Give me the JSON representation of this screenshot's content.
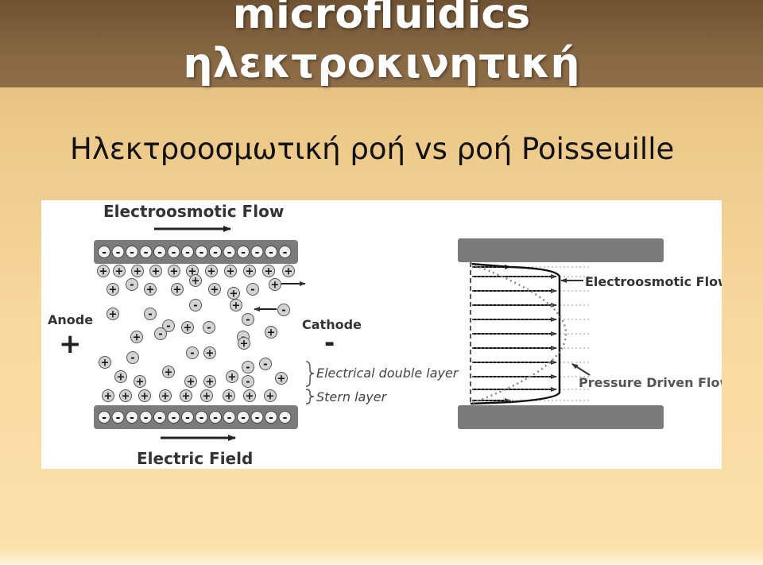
{
  "slide": {
    "title_line1": "microfluidics",
    "title_line2": "ηλεκτροκινητική",
    "subtitle": "Ηλεκτροοσμωτική ροή vs ροή Poisseuille"
  },
  "figure": {
    "label_eof_top": "Electroosmotic Flow",
    "label_anode": "Anode",
    "label_plus": "+",
    "label_cathode": "Cathode",
    "label_minus": "-",
    "label_edl": "Electrical double layer",
    "label_stern": "Stern layer",
    "label_field": "Electric Field",
    "label_eof_profile": "Electroosmotic Flow",
    "label_pdf": "Pressure Driven Flow",
    "wall_charge": "-",
    "colors": {
      "wall": "#7b7b7b",
      "ion_fill": "#d3d3d3",
      "ink": "#222222"
    }
  }
}
